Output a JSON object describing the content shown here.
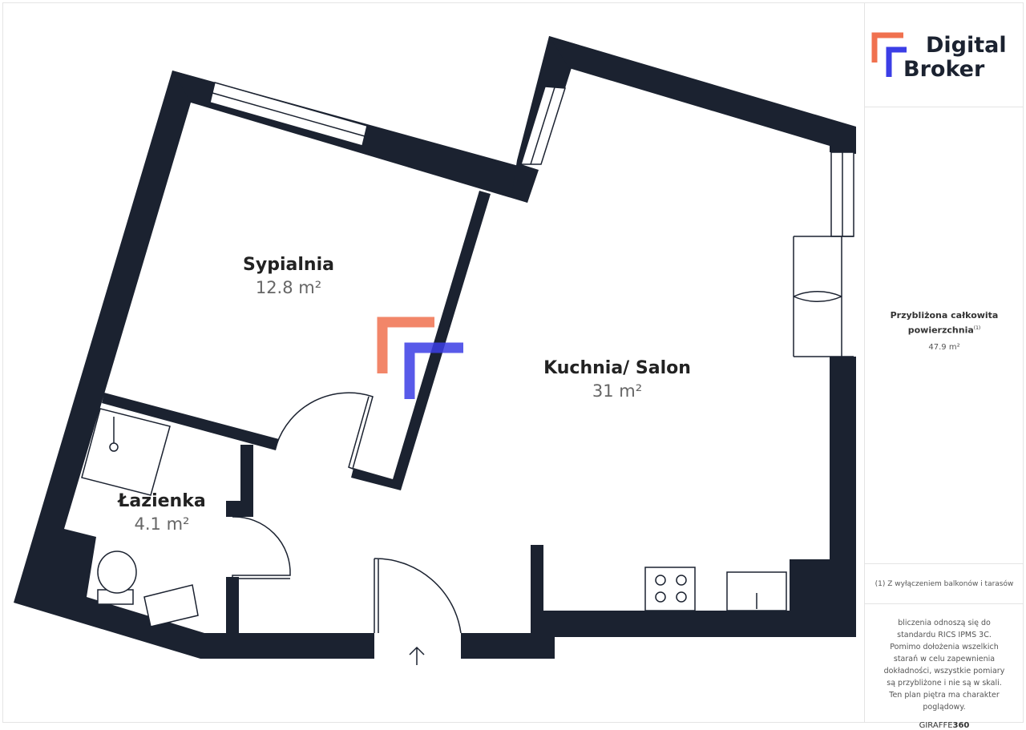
{
  "rooms": [
    {
      "name": "Sypialnia",
      "area": "12.8 m²"
    },
    {
      "name": "Kuchnia/ Salon",
      "area": "31 m²"
    },
    {
      "name": "Łazienka",
      "area": "4.1 m²"
    }
  ],
  "sidebar": {
    "logo_line1": "Digital",
    "logo_line2": "Broker",
    "total_label": "Przybliżona całkowita powierzchnia",
    "total_footnote": "(1)",
    "total_value": "47.9 m²",
    "footnote": "(1) Z wyłączeniem balkonów i tarasów",
    "disclaimer": "bliczenia odnoszą się do standardu RICS IPMS 3C. Pomimo dołożenia wszelkich starań w celu zapewnienia dokładności, wszystkie pomiary są przybliżone i nie są w skali. Ten plan piętra ma charakter poglądowy.",
    "brand_a": "GIRAFFE",
    "brand_b": "360"
  },
  "colors": {
    "wall": "#1b2230",
    "accent_orange": "#f0714f",
    "accent_blue": "#3b3ee6"
  }
}
